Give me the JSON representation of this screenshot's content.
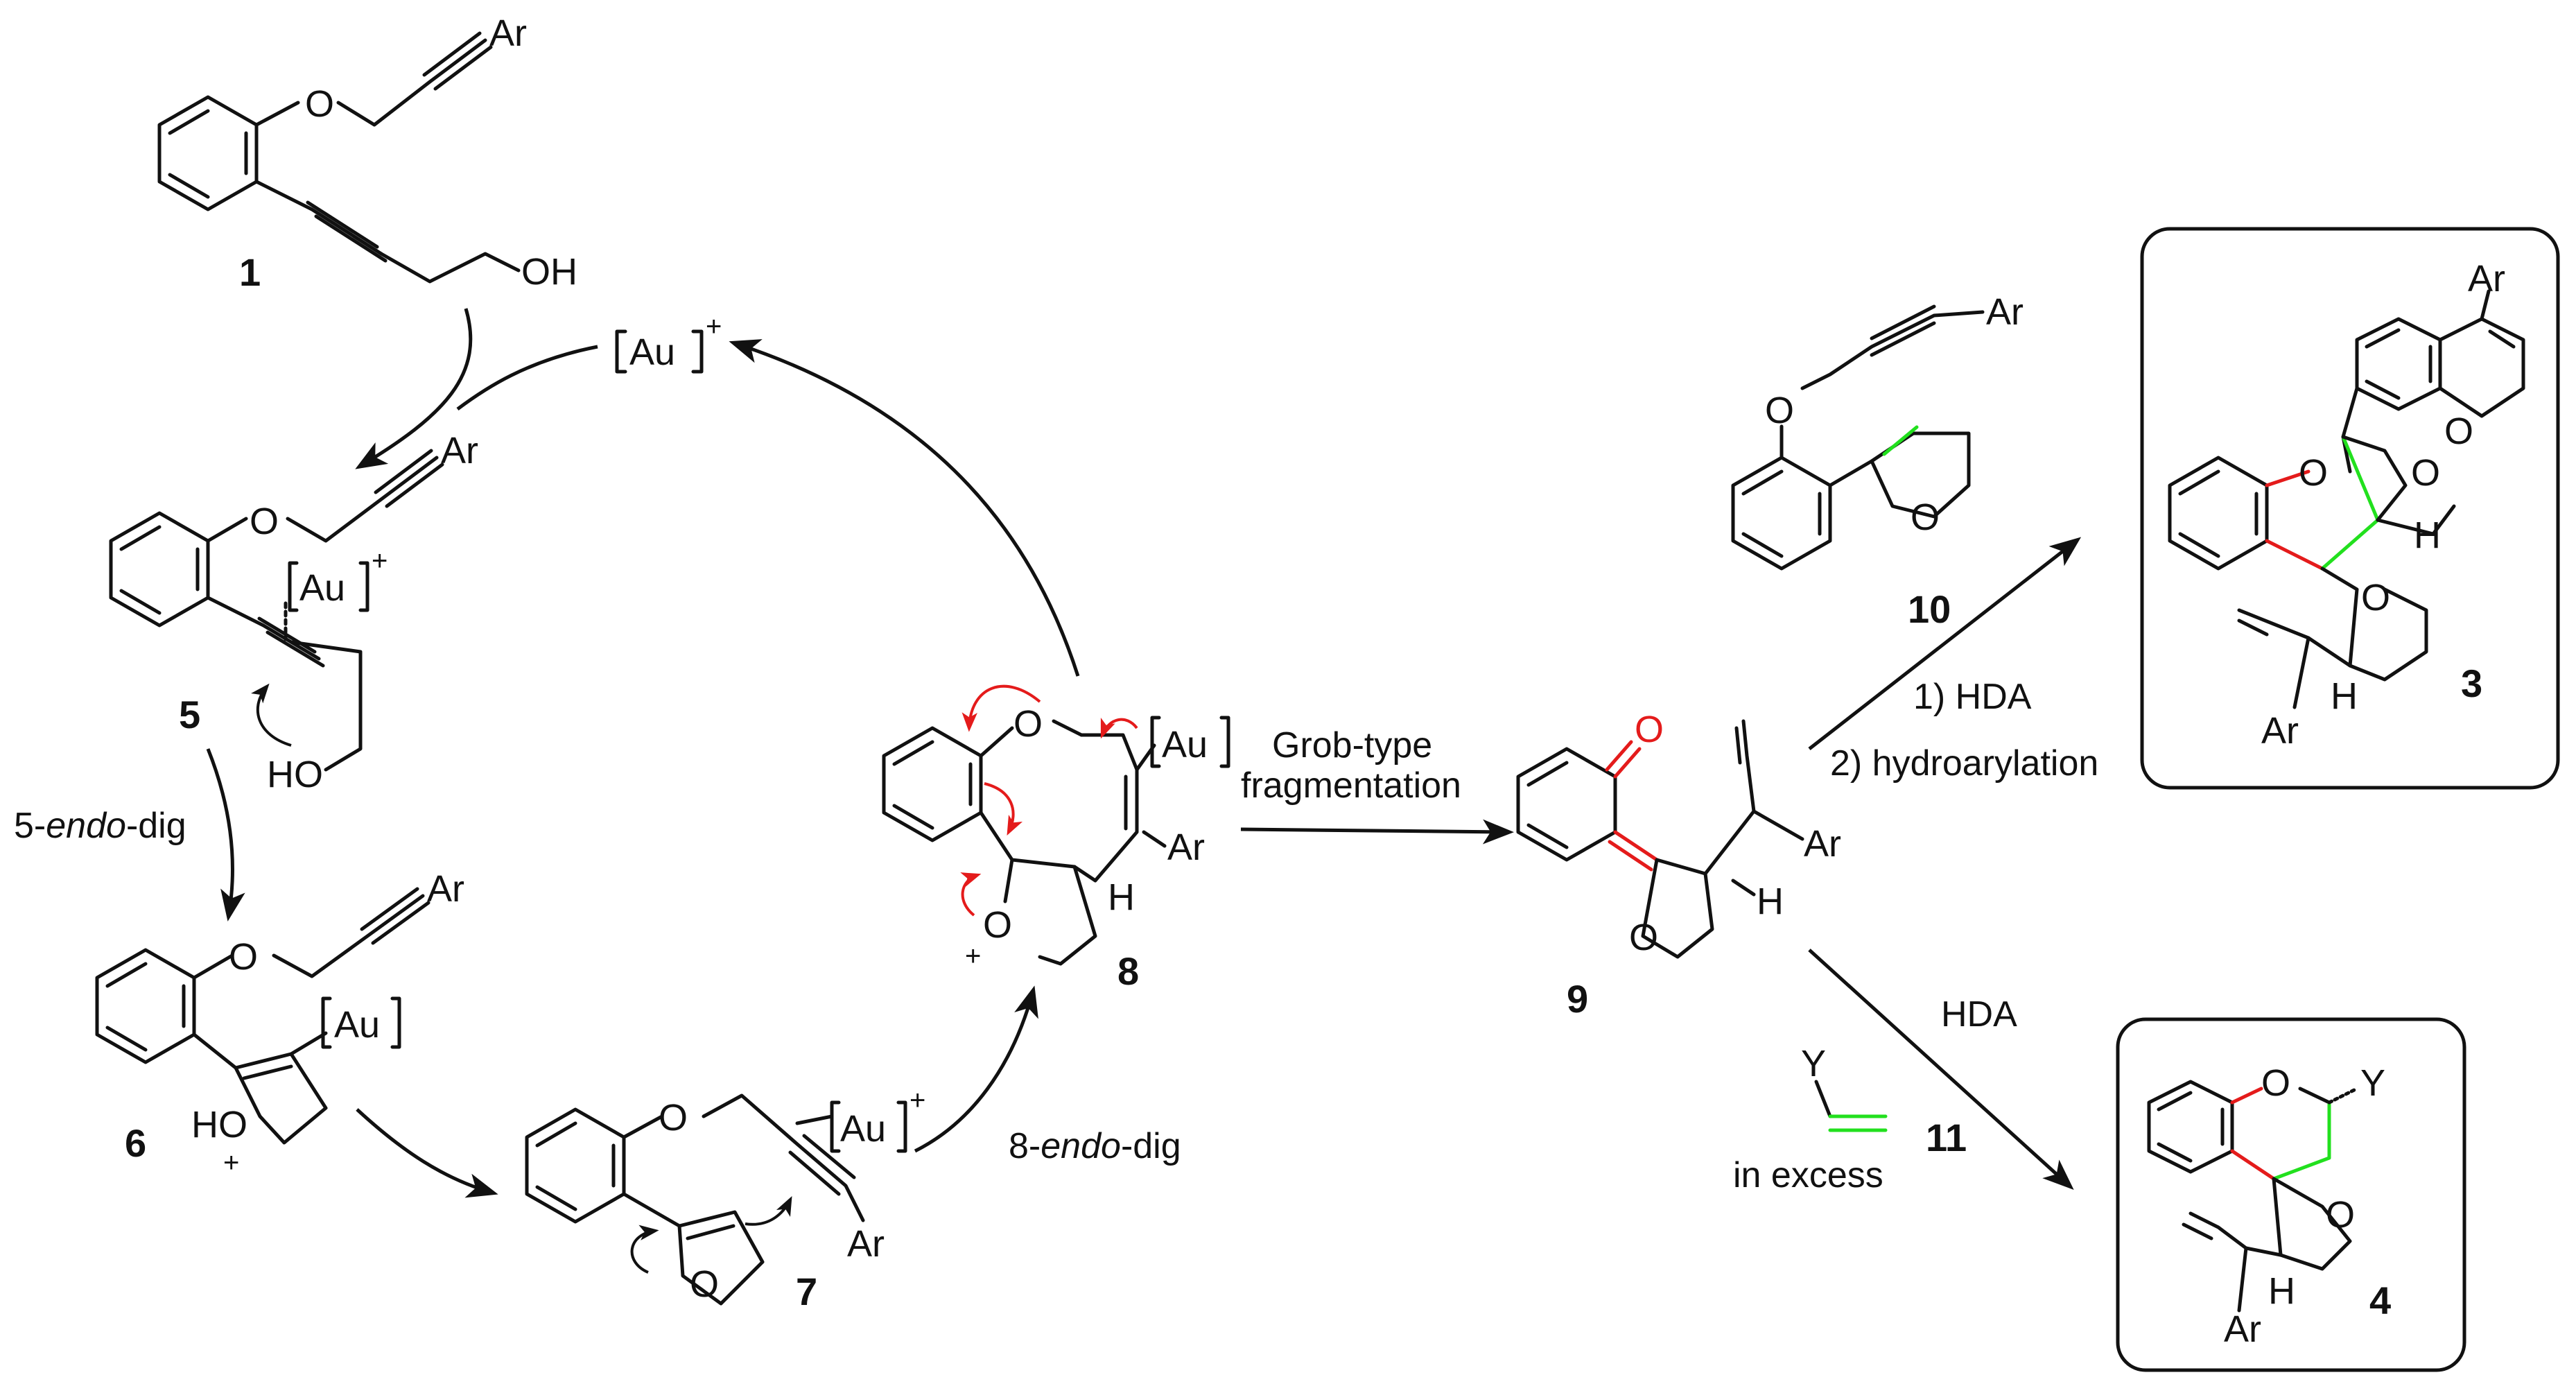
{
  "compounds": {
    "c1": "1",
    "c3": "3",
    "c4": "4",
    "c5": "5",
    "c6": "6",
    "c7": "7",
    "c8": "8",
    "c9": "9",
    "c10": "10",
    "c11": "11"
  },
  "atoms": {
    "o": "O",
    "oh": "OH",
    "ho": "HO",
    "ar": "Ar",
    "h": "H",
    "au": "Au",
    "y": "Y",
    "plus": "+"
  },
  "labels": {
    "step_5endo_prefix": "5-",
    "step_5endo_italic": "endo",
    "step_5endo_suffix": "-dig",
    "step_8endo_prefix": "8-",
    "step_8endo_italic": "endo",
    "step_8endo_suffix": "-dig",
    "grob_line1": "Grob-type",
    "grob_line2": "fragmentation",
    "hda_step1": "1) HDA",
    "hda_step2": "2) hydroarylation",
    "hda": "HDA",
    "in_excess": "in excess"
  },
  "colors": {
    "bond": "#111111",
    "new_bond_red": "#e41b1b",
    "new_bond_green": "#22e01e"
  }
}
